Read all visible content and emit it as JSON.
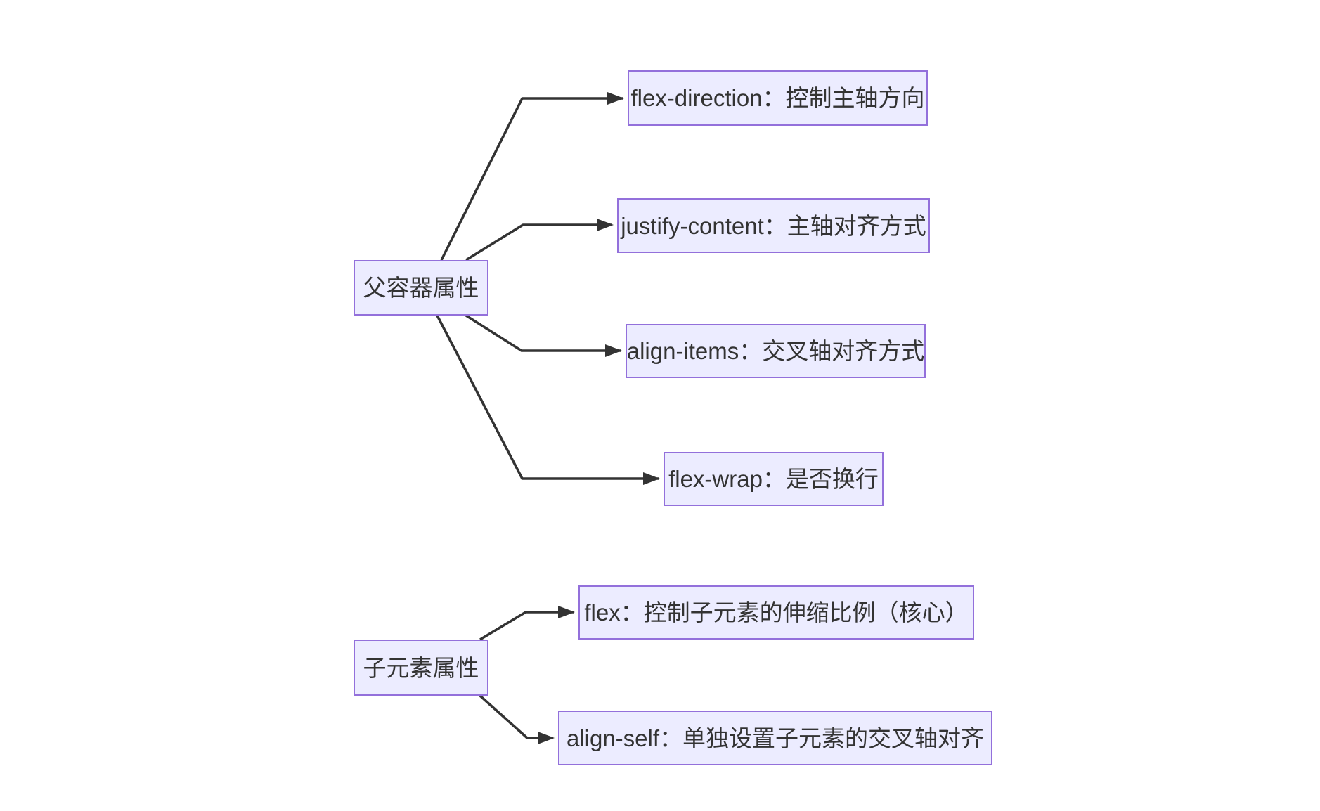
{
  "diagram": {
    "type": "flowchart",
    "background": "#ffffff",
    "node_fill": "#ECECFF",
    "node_border": "#9370DB",
    "edge_color": "#333333",
    "text_color": "#333333",
    "nodes": {
      "parent": "父容器属性",
      "flex_direction": "flex-direction：控制主轴方向",
      "justify_content": "justify-content：主轴对齐方式",
      "align_items": "align-items：交叉轴对齐方式",
      "flex_wrap": "flex-wrap：是否换行",
      "child": "子元素属性",
      "flex": "flex：控制子元素的伸缩比例（核心）",
      "align_self": "align-self：单独设置子元素的交叉轴对齐"
    },
    "edges": [
      {
        "from": "parent",
        "to": "flex_direction"
      },
      {
        "from": "parent",
        "to": "justify_content"
      },
      {
        "from": "parent",
        "to": "align_items"
      },
      {
        "from": "parent",
        "to": "flex_wrap"
      },
      {
        "from": "child",
        "to": "flex"
      },
      {
        "from": "child",
        "to": "align_self"
      }
    ]
  }
}
